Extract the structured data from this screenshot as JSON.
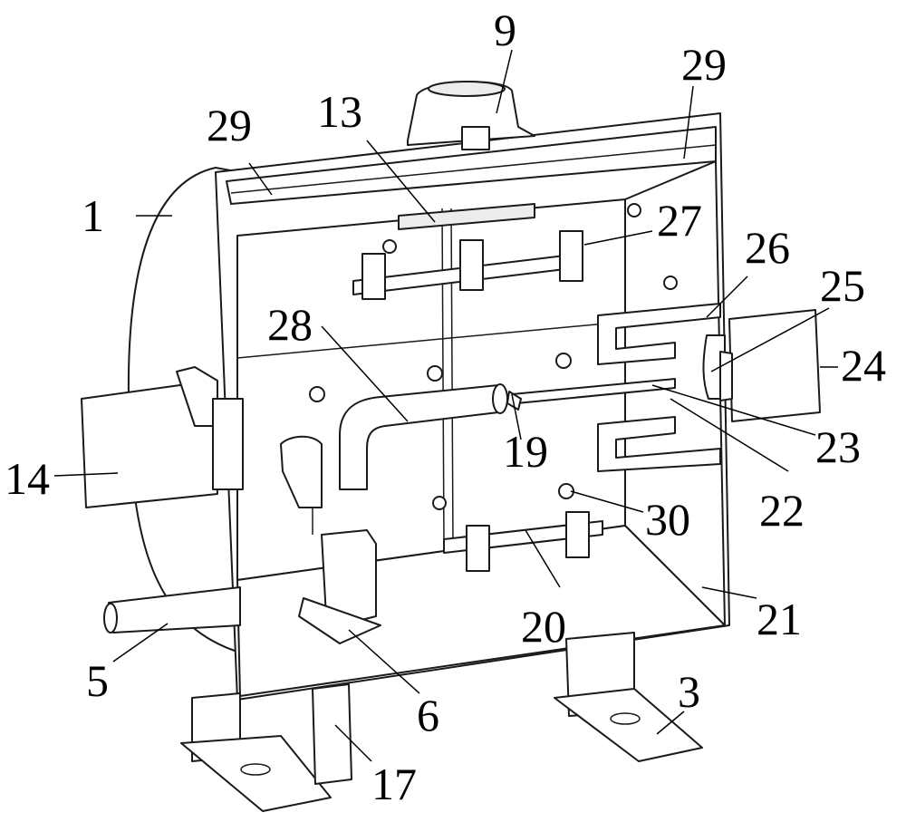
{
  "labels": [
    {
      "id": "1",
      "text": "1"
    },
    {
      "id": "3",
      "text": "3"
    },
    {
      "id": "5",
      "text": "5"
    },
    {
      "id": "6",
      "text": "6"
    },
    {
      "id": "9",
      "text": "9"
    },
    {
      "id": "13",
      "text": "13"
    },
    {
      "id": "14",
      "text": "14"
    },
    {
      "id": "17",
      "text": "17"
    },
    {
      "id": "19",
      "text": "19"
    },
    {
      "id": "20",
      "text": "20"
    },
    {
      "id": "21",
      "text": "21"
    },
    {
      "id": "22",
      "text": "22"
    },
    {
      "id": "23",
      "text": "23"
    },
    {
      "id": "24",
      "text": "24"
    },
    {
      "id": "25",
      "text": "25"
    },
    {
      "id": "26",
      "text": "26"
    },
    {
      "id": "27",
      "text": "27"
    },
    {
      "id": "28",
      "text": "28"
    },
    {
      "id": "29a",
      "text": "29"
    },
    {
      "id": "29b",
      "text": "29"
    },
    {
      "id": "30",
      "text": "30"
    }
  ]
}
